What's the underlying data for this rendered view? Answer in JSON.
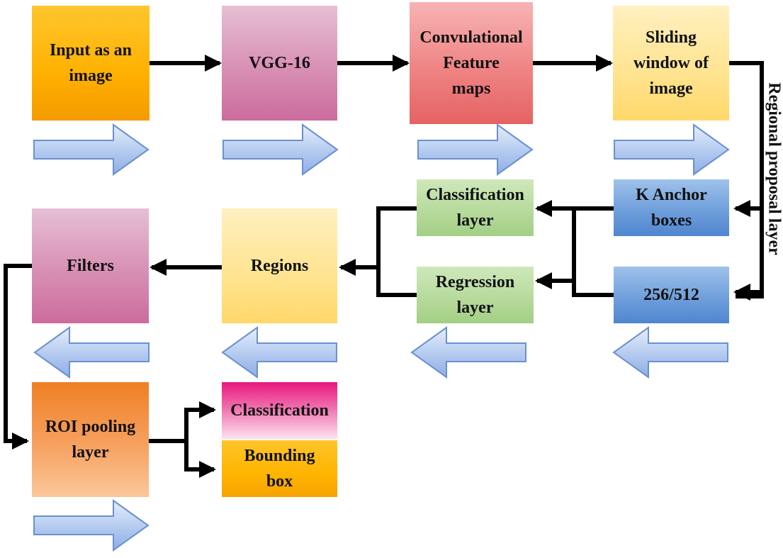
{
  "diagram": {
    "nodes": {
      "input": "Input as an\nimage",
      "vgg": "VGG-16",
      "conv": "Convulational\nFeature\nmaps",
      "sliding": "Sliding\nwindow of\nimage",
      "anchor": "K Anchor\nboxes",
      "size": "256/512",
      "cls_layer": "Classification\nlayer",
      "reg_layer": "Regression\nlayer",
      "regions": "Regions",
      "filters": "Filters",
      "roi": "ROI pooling\nlayer",
      "classification": "Classification",
      "bbox": "Bounding\nbox"
    },
    "side_label": "Regional proposal layer"
  }
}
